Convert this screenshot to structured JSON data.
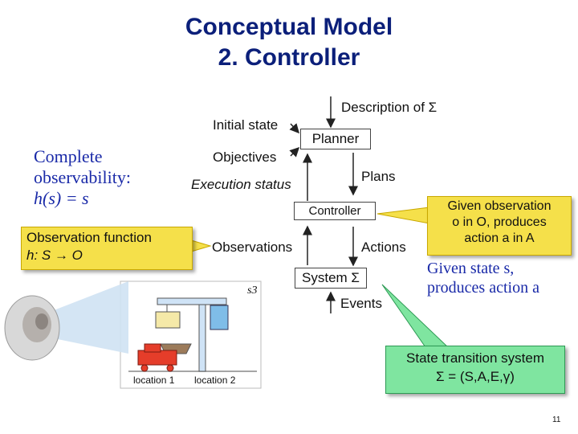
{
  "title": {
    "line1": "Conceptual Model",
    "line2": "2. Controller"
  },
  "left_text": {
    "line1": "Complete",
    "line2": "observability:",
    "line3": "h(s) = s"
  },
  "diagram": {
    "description": "Description of Σ",
    "initial_state": "Initial state",
    "objectives": "Objectives",
    "execution_status": "Execution status",
    "planner": "Planner",
    "plans": "Plans",
    "controller": "Controller",
    "observations": "Observations",
    "actions": "Actions",
    "system": "System Σ",
    "events": "Events",
    "state_label": "s3",
    "location1": "location 1",
    "location2": "location 2"
  },
  "callouts": {
    "observation_function": {
      "line1": "Observation function",
      "line2": "h: S → O"
    },
    "given_observation": {
      "line1": "Given observation",
      "line2": "o in O, produces",
      "line3": "action a in A"
    },
    "given_state": {
      "line1": "Given state s,",
      "line2": "produces action a"
    },
    "state_transition": {
      "line1": "State transition system",
      "line2": "Σ = (S,A,E,γ)"
    }
  },
  "page_number": "11",
  "colors": {
    "title": "#0b1f7a",
    "serif_text": "#1a2aa8",
    "yellow": "#f5e04a",
    "green": "#7fe5a0"
  }
}
